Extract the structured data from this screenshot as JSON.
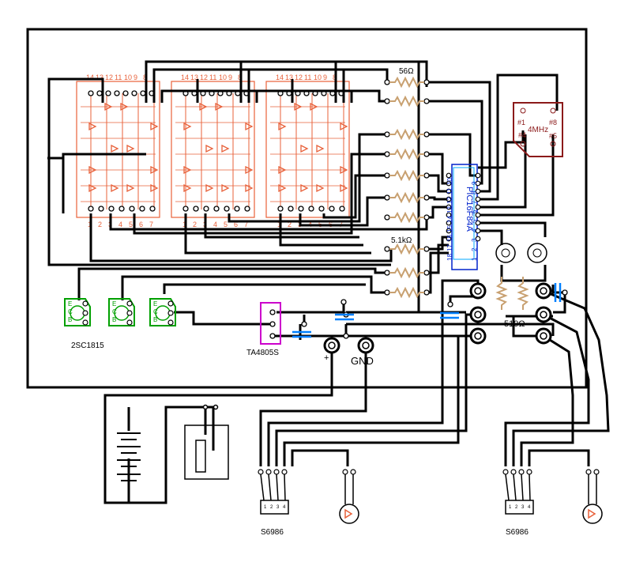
{
  "diagram": {
    "colors": {
      "wire": "#000000",
      "led_matrix": "#e8613a",
      "resistor": "#c8a070",
      "pic": "#0022cc",
      "pic_outline": "#00aaff",
      "crystal": "#8b1a1a",
      "transistor": "#00a000",
      "regulator": "#cc00cc",
      "capacitor": "#0080ff",
      "sensor_led": "#e8613a"
    },
    "matrix_pin_top_labels": [
      "14",
      "13",
      "12",
      "11",
      "10",
      "9",
      "8"
    ],
    "matrix_pin_bottom_labels": [
      "1",
      "2",
      "3",
      "4",
      "5",
      "6",
      "7"
    ],
    "matrix_count": 3,
    "resistor_56": "56Ω",
    "resistor_5k1": "5.1kΩ",
    "resistor_510": "510Ω",
    "pic_label": "PIC16F84A",
    "pic_pins_top": [
      "18",
      "17",
      "16",
      "15",
      "14",
      "13",
      "12",
      "11",
      "10"
    ],
    "pic_pins_bottom": [
      "1",
      "2",
      "3",
      "4",
      "5",
      "6",
      "7",
      "8",
      "9"
    ],
    "crystal": {
      "label": "4MHz",
      "pins": [
        "#1",
        "#4",
        "#8",
        "#5"
      ]
    },
    "transistor_label": "2SC1815",
    "transistor_pins": [
      "E",
      "C",
      "B"
    ],
    "regulator_label": "TA4805S",
    "power_plus": "+",
    "power_gnd": "GND",
    "sensor_label": "S6986",
    "sensor_pins": [
      "1",
      "2",
      "3",
      "4"
    ]
  }
}
